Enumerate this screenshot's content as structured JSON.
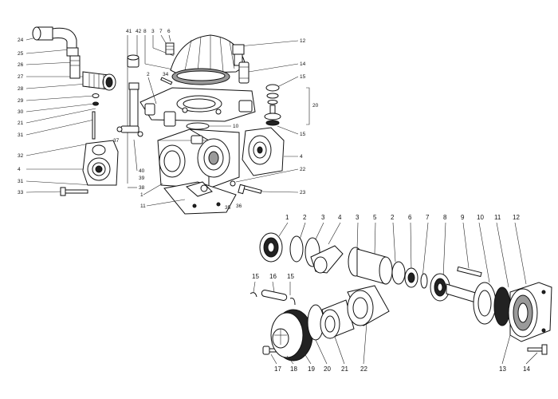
{
  "upper_assembly": {
    "left_numbers": [
      "24",
      "25",
      "26",
      "27",
      "28",
      "29",
      "30",
      "21",
      "31",
      "32",
      "4",
      "31",
      "33"
    ],
    "top_numbers": [
      "41",
      "42",
      "8",
      "3",
      "7",
      "6"
    ],
    "right_numbers": [
      "12",
      "14",
      "15",
      "20",
      "15",
      "4",
      "22",
      "23"
    ],
    "inner_numbers": [
      "2",
      "34",
      "10",
      "37",
      "40",
      "39",
      "38",
      "11",
      "35",
      "36",
      "1"
    ]
  },
  "lower_assembly": {
    "top_numbers": [
      "1",
      "2",
      "3",
      "4",
      "3",
      "5",
      "2",
      "6",
      "7",
      "8",
      "9",
      "10",
      "11",
      "12"
    ],
    "pin_numbers": [
      "15",
      "16",
      "15"
    ],
    "bottom_numbers": [
      "17",
      "18",
      "19",
      "20",
      "21",
      "22",
      "13",
      "14"
    ]
  }
}
